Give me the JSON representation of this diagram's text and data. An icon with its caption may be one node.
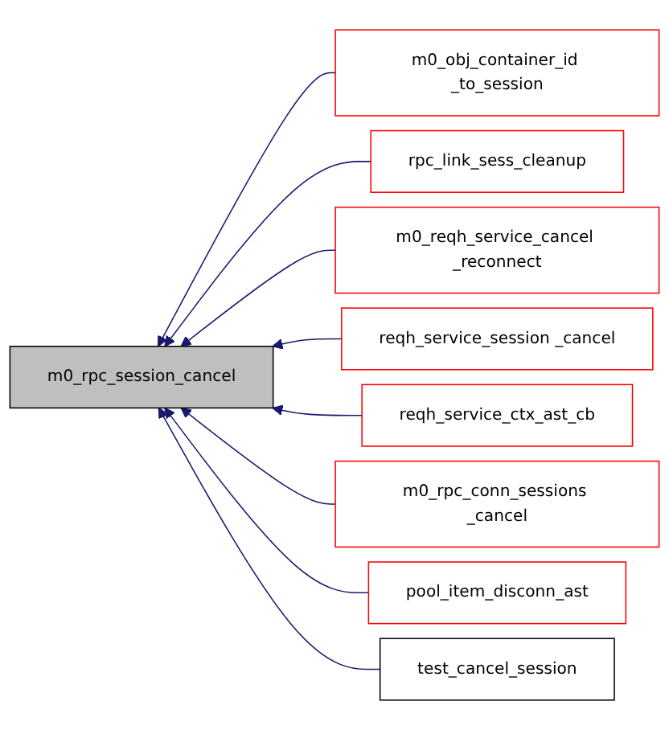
{
  "diagram": {
    "nodes": [
      {
        "text": [
          "m0_rpc_session_cancel"
        ]
      },
      {
        "text": [
          "m0_obj_container_id _to_session"
        ]
      },
      {
        "text": [
          "rpc_link_sess_cleanup"
        ]
      },
      {
        "text": [
          "m0_reqh_service_cancel _reconnect"
        ]
      },
      {
        "text": [
          "reqh_service_session _cancel"
        ]
      },
      {
        "text": [
          "reqh_service_ctx_ast_cb"
        ]
      },
      {
        "text": [
          "m0_rpc_conn_sessions _cancel"
        ]
      },
      {
        "text": [
          "pool_item_disconn_ast"
        ]
      },
      {
        "text": [
          "test_cancel_session"
        ]
      }
    ],
    "edges": [
      {
        "from": 1,
        "to": 0,
        "arrow": "to"
      },
      {
        "from": 2,
        "to": 0,
        "arrow": "to"
      },
      {
        "from": 3,
        "to": 0,
        "arrow": "to"
      },
      {
        "from": 4,
        "to": 0,
        "arrow": "to"
      },
      {
        "from": 5,
        "to": 0,
        "arrow": "to"
      },
      {
        "from": 6,
        "to": 0,
        "arrow": "to"
      },
      {
        "from": 7,
        "to": 0,
        "arrow": "to"
      },
      {
        "from": 8,
        "to": 0,
        "arrow": "to"
      }
    ]
  }
}
